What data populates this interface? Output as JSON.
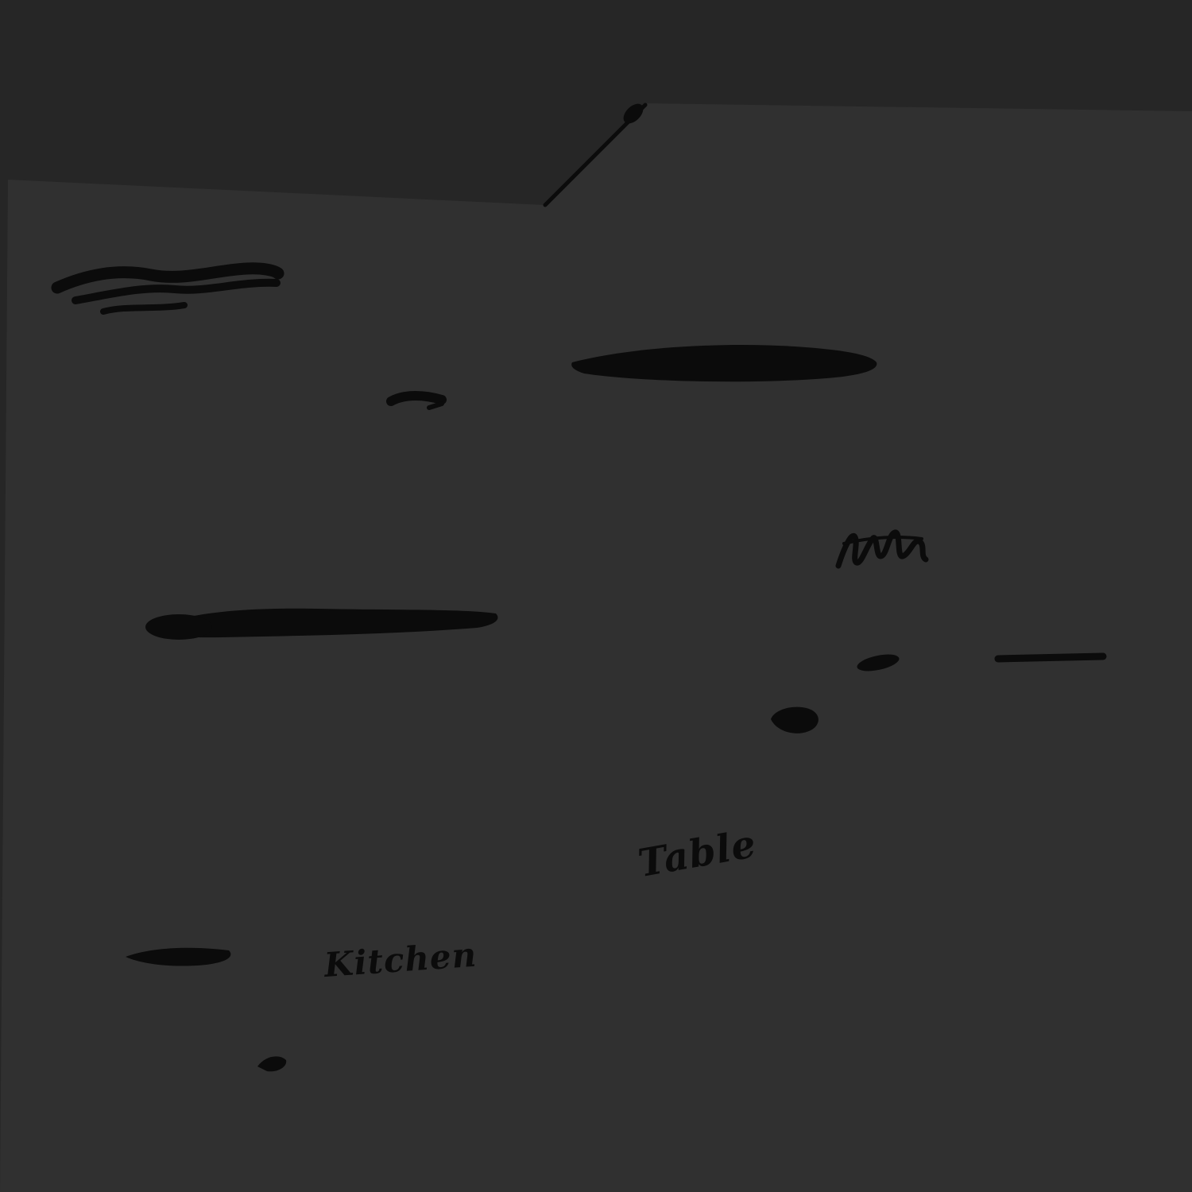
{
  "scene": {
    "description": "Very dark photographed hand-drawn floor plan sketch with scribbled marker strokes and room labels",
    "background_color": "#262626",
    "paper_color": "#303030",
    "ink_color": "#0b0b0b"
  },
  "labels": {
    "kitchen": "Kitchen",
    "table": "Table"
  }
}
